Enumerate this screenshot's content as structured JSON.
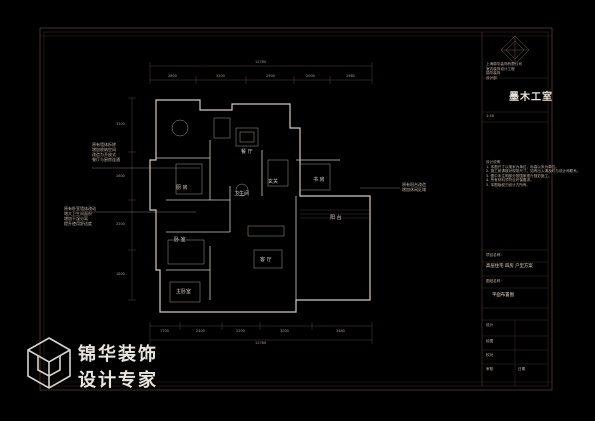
{
  "title_block": {
    "company_lines": [
      "上海锦华装饰有限公司",
      "室内装饰设计工程",
      "锦华装饰",
      "设计部"
    ],
    "logo_text": "墨木工室",
    "project_label": "项目名称：",
    "project_name": "高层住宅 四房 户型方案",
    "sheet_label": "图纸名称：",
    "sheet_name": "平面布置图",
    "notes_heading": "设计说明",
    "notes": [
      "1. 本图尺寸以毫米为单位，标高以米为单位。",
      "2. 施工前请核对现场尺寸，如有出入请及时与设计师联系。",
      "3. 图中未注明部分按国家现行规范施工。",
      "4. 所有材料须符合环保要求。",
      "5. 本图版权归设计方所有。"
    ],
    "scale": "1:50",
    "rows": [
      "设计",
      "绘图",
      "校对",
      "审核",
      "日期"
    ]
  },
  "rooms": {
    "kitchen": "厨 房",
    "dining": "餐 厅",
    "living": "客 厅",
    "bedroom": "卧 室",
    "master": "主卧室",
    "study": "书 房",
    "bath": "卫生间",
    "balcony": "阳 台",
    "entry": "玄关"
  },
  "annotations": {
    "left_top": [
      "原有墙体拆除",
      "增加收纳空间",
      "改造为开放式",
      "餐厅与厨房连通"
    ],
    "left_bottom": [
      "原有卧室墙体改动",
      "增大卫生间面积",
      "增加干湿分离",
      "提升使用舒适度"
    ],
    "right": [
      "原有阳台改造",
      "增加休闲区域"
    ]
  },
  "dimensions": {
    "top_total": "12780",
    "top": [
      "2800",
      "3100",
      "2900",
      "2000",
      "1980"
    ],
    "bottom_total": "12780",
    "bottom": [
      "1700",
      "2400",
      "2200",
      "3000",
      "3480"
    ],
    "left": [
      "3200",
      "2600",
      "2200",
      "1800"
    ]
  },
  "watermark": {
    "line1": "锦华装饰",
    "line2": "设计专家"
  }
}
